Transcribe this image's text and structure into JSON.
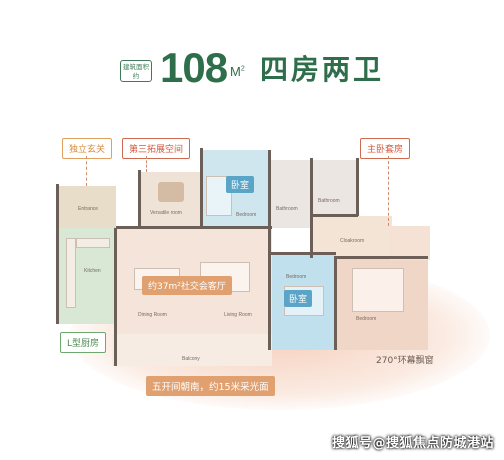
{
  "header": {
    "area_tag": "建筑面积约",
    "area_value": "108",
    "area_unit": "M",
    "area_unit_sup": "2",
    "layout_name": "四房两卫"
  },
  "callouts": {
    "independent_entrance": "独立玄关",
    "third_expansion_space": "第三拓展空间",
    "master_suite": "主卧套房",
    "l_kitchen": "L型厨房",
    "living_room": "约37m²社交会客厅",
    "bedroom_top": "卧室",
    "bedroom_mid": "卧室",
    "bay_window": "270°环幕飘窗",
    "south_facing": "五开间朝南，约15米采光面"
  },
  "room_labels": {
    "entrance": "Entrance",
    "versatile_room": "Versatile room",
    "bedroom_a": "Bedroom",
    "bathroom_a": "Bathroom",
    "bathroom_b": "Bathroom",
    "cloakroom": "Cloakroom",
    "kitchen": "Kitchen",
    "dining_room": "Dining Room",
    "living_room": "Living Room",
    "balcony": "Balcony",
    "bedroom_b": "Bedroom",
    "bedroom_c": "Bedroom"
  },
  "watermark": "搜狐号@搜狐焦点防城港站",
  "colors": {
    "title_green": "#2f6e4a",
    "callout_orange": "#d98a3a",
    "callout_red": "#d0593c",
    "callout_green": "#4c8b51",
    "bedroom_blue": "#8fc6dc",
    "glow_peach": "#f4c8b2"
  }
}
